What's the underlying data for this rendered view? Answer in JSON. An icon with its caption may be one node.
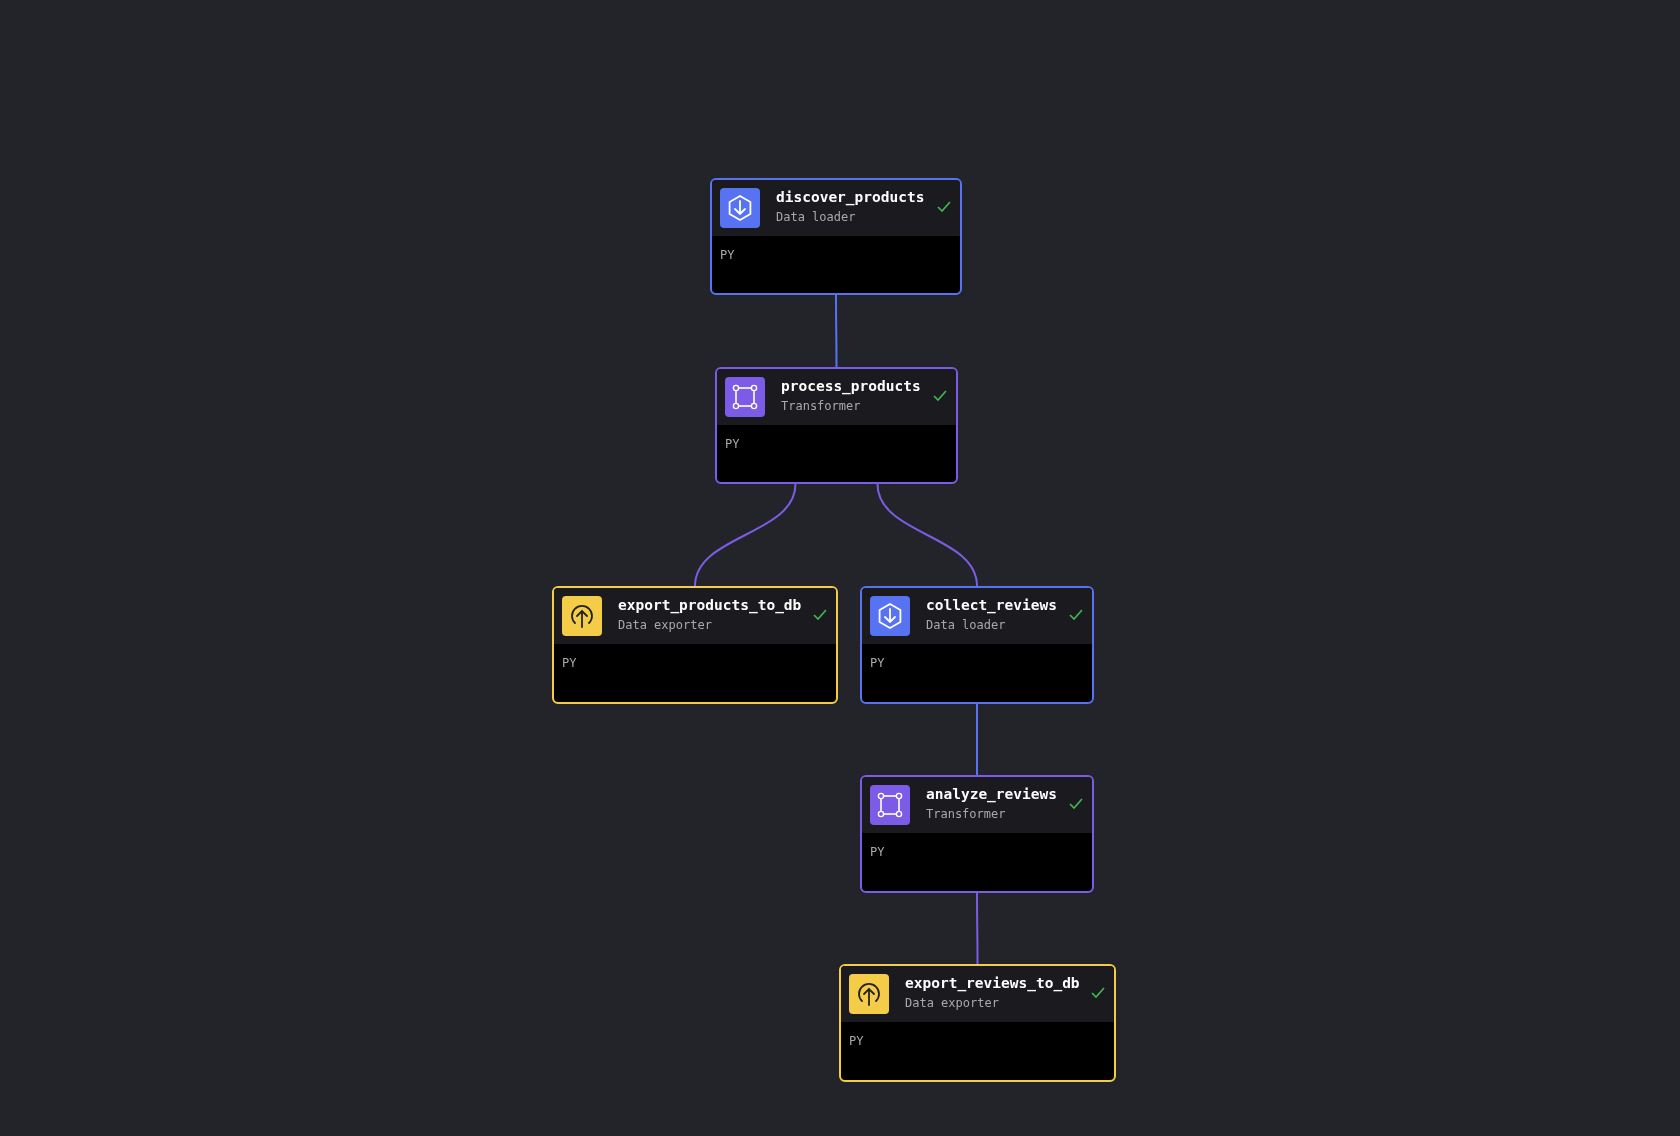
{
  "diagram": {
    "nodes": [
      {
        "text": [
          "discover_products",
          "Data loader",
          "PY"
        ]
      },
      {
        "text": [
          "process_products",
          "Transformer",
          "PY"
        ]
      },
      {
        "text": [
          "export_products_to_db",
          "Data exporter",
          "PY"
        ]
      },
      {
        "text": [
          "collect_reviews",
          "Data loader",
          "PY"
        ]
      },
      {
        "text": [
          "analyze_reviews",
          "Transformer",
          "PY"
        ]
      },
      {
        "text": [
          "export_reviews_to_db",
          "Data exporter",
          "PY"
        ]
      }
    ],
    "edges": [
      {
        "from": 0,
        "to": 1,
        "arrow": "none",
        "color": "#5873f2"
      },
      {
        "from": 1,
        "to": 2,
        "arrow": "none"
      },
      {
        "from": 1,
        "to": 3,
        "arrow": "none"
      },
      {
        "from": 3,
        "to": 4,
        "arrow": "none",
        "color": "#5873f2"
      },
      {
        "from": 4,
        "to": 5,
        "arrow": "none"
      }
    ]
  }
}
